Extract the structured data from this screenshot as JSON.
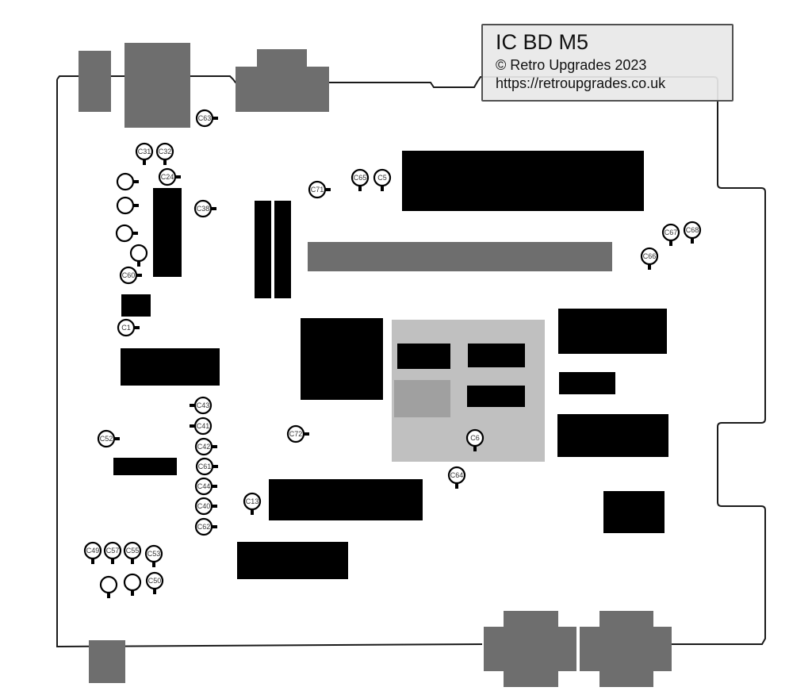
{
  "title_box": {
    "title": "IC BD M5",
    "copyright": "© Retro Upgrades 2023",
    "url": "https://retroupgrades.co.uk"
  },
  "colors": {
    "board_outline": "#1a1a1a",
    "connector": "#6e6e6e",
    "chip": "#000000",
    "shield": "#c0c0c0",
    "shield_block": "#a0a0a0",
    "title_bg": "#e8e8e8",
    "title_border": "#505050"
  },
  "capacitors": [
    {
      "id": "c63",
      "label": "C63"
    },
    {
      "id": "c31",
      "label": "C31"
    },
    {
      "id": "c32",
      "label": "C32"
    },
    {
      "id": "c24",
      "label": "C24"
    },
    {
      "id": "c38",
      "label": "C38"
    },
    {
      "id": "u1",
      "label": ""
    },
    {
      "id": "u2",
      "label": ""
    },
    {
      "id": "u3",
      "label": ""
    },
    {
      "id": "u4",
      "label": ""
    },
    {
      "id": "c60",
      "label": "C60"
    },
    {
      "id": "c1",
      "label": "C1"
    },
    {
      "id": "c71",
      "label": "C71"
    },
    {
      "id": "c65",
      "label": "C65"
    },
    {
      "id": "c5",
      "label": "C5"
    },
    {
      "id": "c67",
      "label": "C67"
    },
    {
      "id": "c68",
      "label": "C68"
    },
    {
      "id": "c66",
      "label": "C66"
    },
    {
      "id": "c43",
      "label": "C43"
    },
    {
      "id": "c41",
      "label": "C41"
    },
    {
      "id": "c42",
      "label": "C42"
    },
    {
      "id": "c61",
      "label": "C61"
    },
    {
      "id": "c44",
      "label": "C44"
    },
    {
      "id": "c40",
      "label": "C40"
    },
    {
      "id": "c62",
      "label": "C62"
    },
    {
      "id": "c52",
      "label": "C52"
    },
    {
      "id": "c72",
      "label": "C72"
    },
    {
      "id": "c6",
      "label": "C6"
    },
    {
      "id": "c64",
      "label": "C64"
    },
    {
      "id": "c13",
      "label": "C13"
    },
    {
      "id": "c49",
      "label": "C49"
    },
    {
      "id": "c57",
      "label": "C57"
    },
    {
      "id": "c55",
      "label": "C55"
    },
    {
      "id": "c53",
      "label": "C53"
    },
    {
      "id": "u5",
      "label": ""
    },
    {
      "id": "u6",
      "label": ""
    },
    {
      "id": "c50",
      "label": "C50"
    }
  ]
}
